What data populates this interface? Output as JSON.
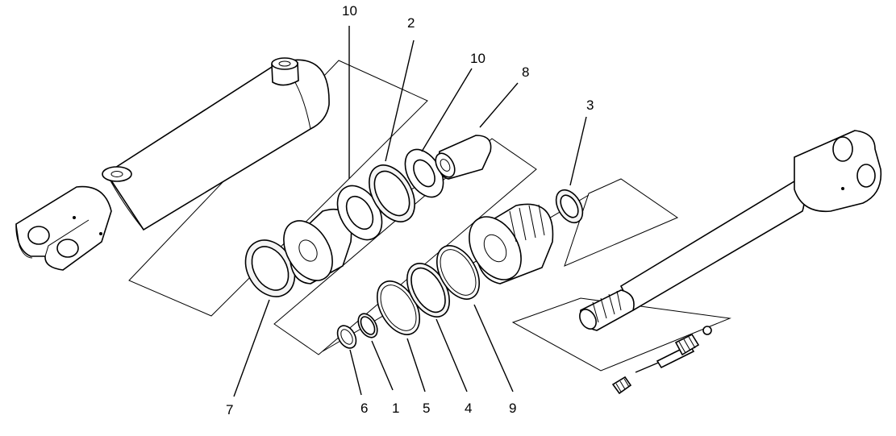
{
  "callouts": {
    "c10a": "10",
    "c2": "2",
    "c10b": "10",
    "c8": "8",
    "c3": "3",
    "c7": "7",
    "c6": "6",
    "c1": "1",
    "c5": "5",
    "c4": "4",
    "c9": "9"
  },
  "colors": {
    "line": "#000000",
    "background": "#ffffff"
  }
}
